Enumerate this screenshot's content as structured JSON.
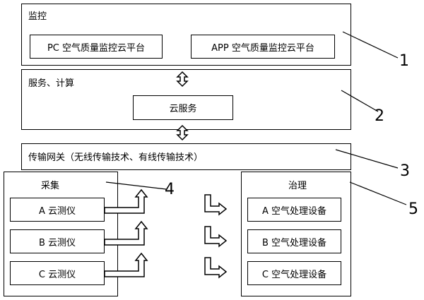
{
  "monitor": {
    "title": "监控",
    "pc_platform": "PC 空气质量监控云平台",
    "app_platform": "APP 空气质量监控云平台",
    "callout": "1"
  },
  "service": {
    "title": "服务、计算",
    "cloud_service": "云服务",
    "callout": "2"
  },
  "gateway": {
    "title": "传输网关（无线传输技术、有线传输技术）",
    "callout": "3"
  },
  "collect": {
    "title": "采集",
    "callout": "4",
    "items": [
      "A 云测仪",
      "B 云测仪",
      "C 云测仪"
    ]
  },
  "treat": {
    "title": "治理",
    "callout": "5",
    "items": [
      "A 空气处理设备",
      "B 空气处理设备",
      "C 空气处理设备"
    ]
  }
}
